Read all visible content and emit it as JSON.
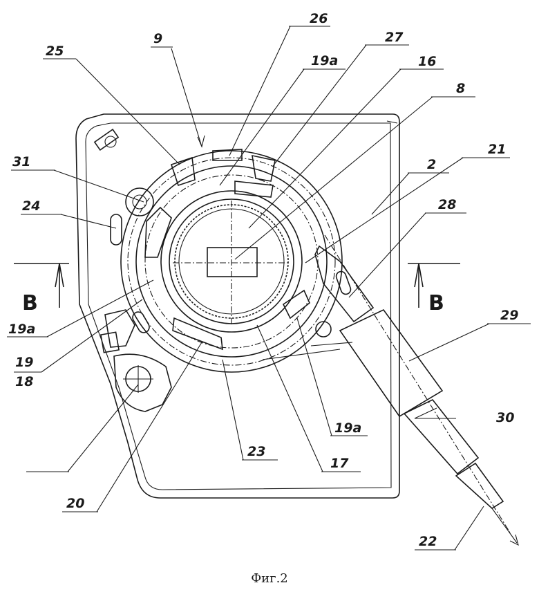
{
  "figure": {
    "caption": "Фиг.2",
    "section_marks": [
      "В",
      "В"
    ],
    "labels": {
      "l25": "25",
      "l9": "9",
      "l26": "26",
      "l19a_top": "19а",
      "l27": "27",
      "l16": "16",
      "l8": "8",
      "l21": "21",
      "l2": "2",
      "l31": "31",
      "l24": "24",
      "l28": "28",
      "l29": "29",
      "l19a_left": "19а",
      "l19": "19",
      "l18": "18",
      "l19a_bottom": "19а",
      "l30": "30",
      "l23": "23",
      "l17": "17",
      "l20": "20",
      "l22": "22"
    }
  }
}
